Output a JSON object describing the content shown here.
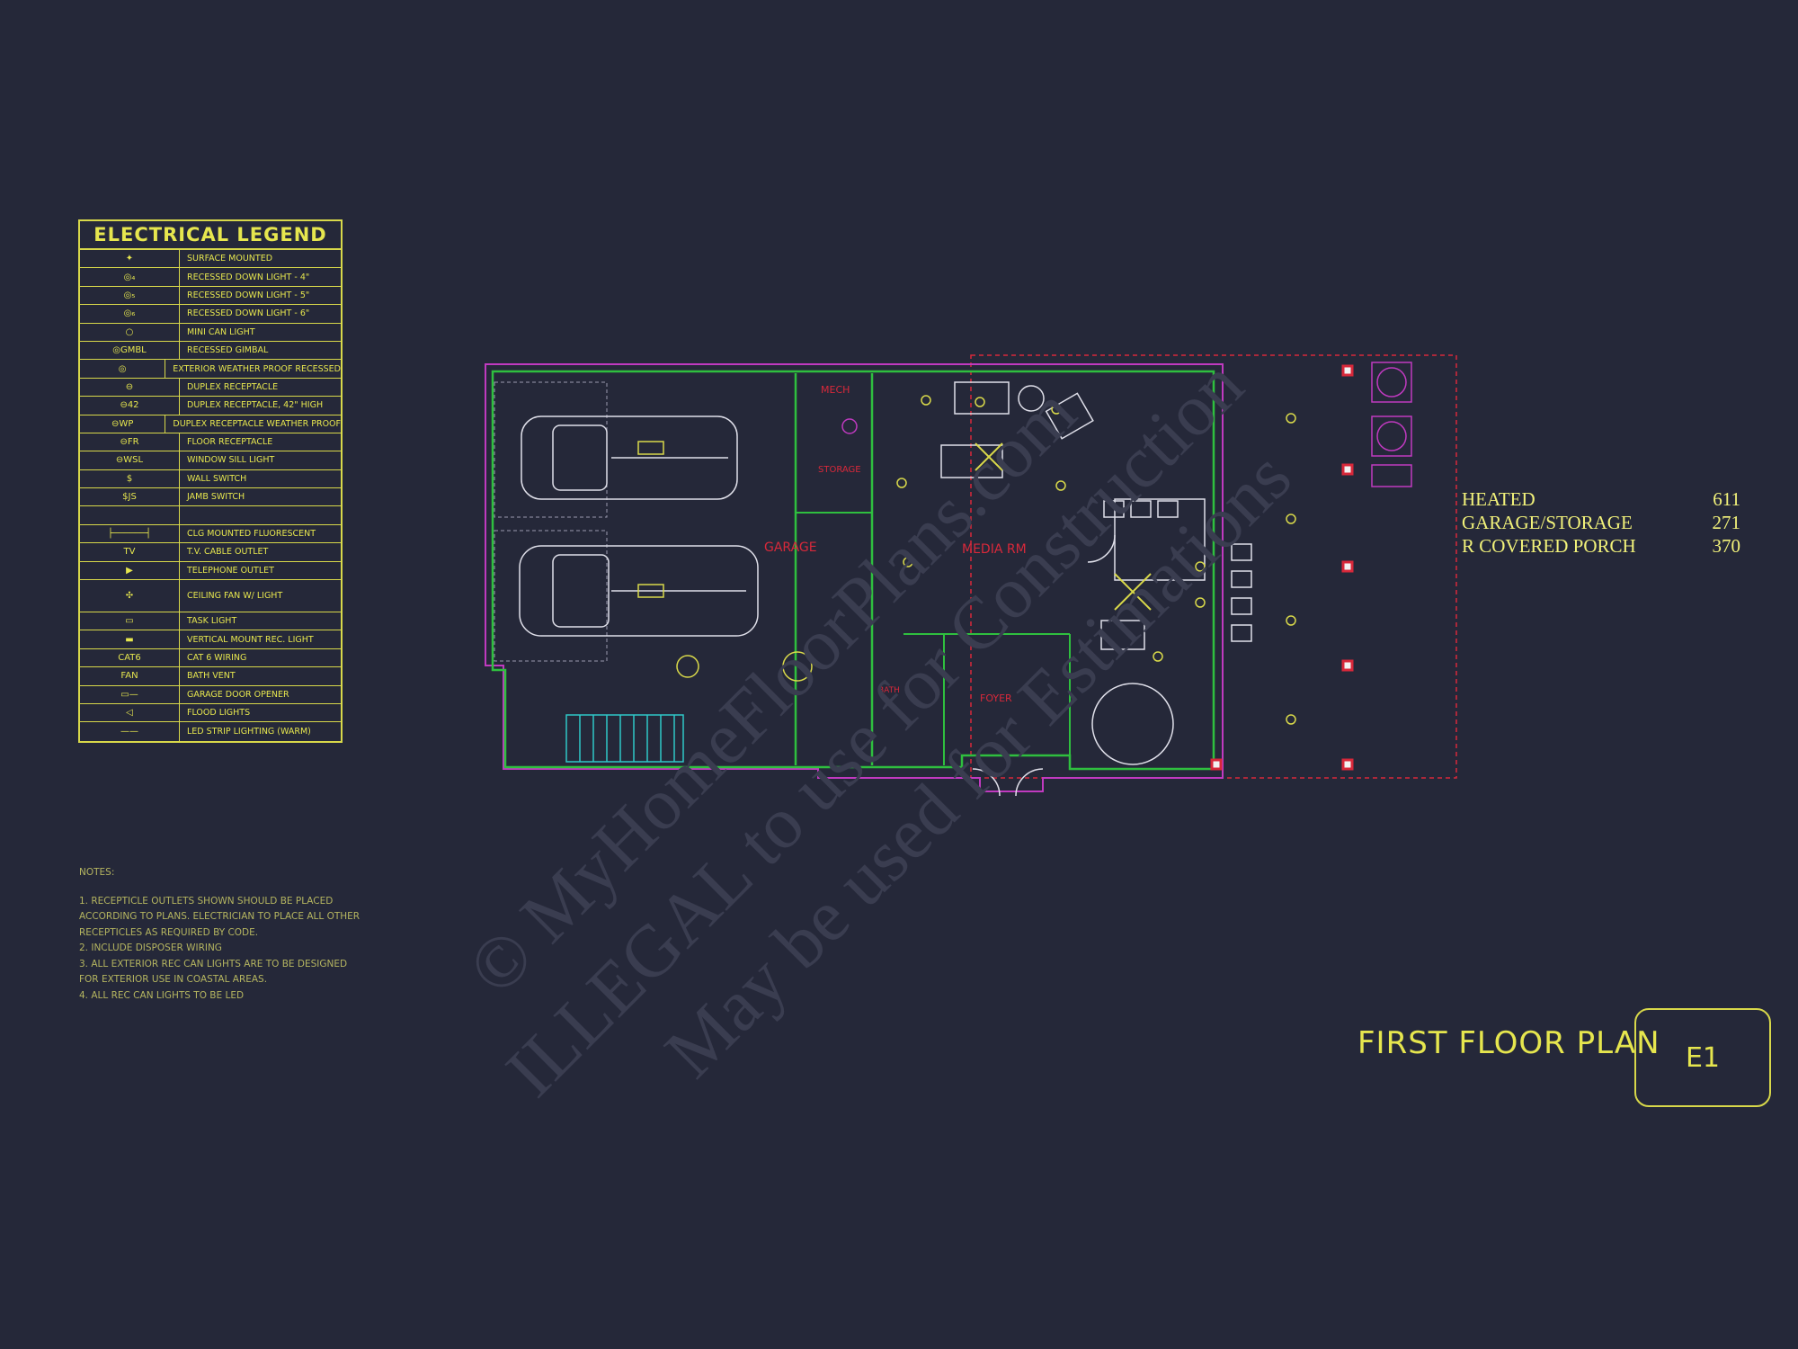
{
  "legend": {
    "title": "ELECTRICAL LEGEND",
    "rows": [
      {
        "symbol": "✦",
        "label": "SURFACE MOUNTED"
      },
      {
        "symbol": "◎₄",
        "label": "RECESSED DOWN LIGHT - 4\""
      },
      {
        "symbol": "◎₅",
        "label": "RECESSED DOWN LIGHT - 5\""
      },
      {
        "symbol": "◎₆",
        "label": "RECESSED DOWN LIGHT - 6\""
      },
      {
        "symbol": "○",
        "label": "MINI CAN LIGHT"
      },
      {
        "symbol": "◎GMBL",
        "label": "RECESSED GIMBAL"
      },
      {
        "symbol": "◎",
        "label": "EXTERIOR WEATHER PROOF RECESSED"
      },
      {
        "symbol": "⊖",
        "label": "DUPLEX RECEPTACLE"
      },
      {
        "symbol": "⊖42",
        "label": "DUPLEX RECEPTACLE, 42\" HIGH"
      },
      {
        "symbol": "⊖WP",
        "label": "DUPLEX RECEPTACLE WEATHER PROOF"
      },
      {
        "symbol": "⊖FR",
        "label": "FLOOR RECEPTACLE"
      },
      {
        "symbol": "⊖WSL",
        "label": "WINDOW SILL LIGHT"
      },
      {
        "symbol": "$",
        "label": "WALL SWITCH"
      },
      {
        "symbol": "$JS",
        "label": "JAMB SWITCH"
      },
      {
        "symbol": "",
        "label": ""
      },
      {
        "symbol": "├──────┤",
        "label": "CLG MOUNTED FLUORESCENT"
      },
      {
        "symbol": "TV",
        "label": "T.V. CABLE OUTLET"
      },
      {
        "symbol": "▶",
        "label": "TELEPHONE OUTLET"
      },
      {
        "symbol": "✣",
        "label": "CEILING FAN W/ LIGHT"
      },
      {
        "symbol": "▭",
        "label": "TASK LIGHT"
      },
      {
        "symbol": "▬",
        "label": "VERTICAL MOUNT REC. LIGHT"
      },
      {
        "symbol": "CAT6",
        "label": "CAT 6 WIRING"
      },
      {
        "symbol": "FAN",
        "label": "BATH VENT"
      },
      {
        "symbol": "▭—",
        "label": "GARAGE DOOR OPENER"
      },
      {
        "symbol": "◁",
        "label": "FLOOD LIGHTS"
      },
      {
        "symbol": "——",
        "label": "LED STRIP LIGHTING (WARM)"
      }
    ]
  },
  "notes": {
    "heading": "NOTES:",
    "items": [
      "1. RECEPTICLE OUTLETS SHOWN SHOULD BE PLACED\nACCORDING TO PLANS.  ELECTRICIAN TO PLACE ALL OTHER\nRECEPTICLES AS REQUIRED BY CODE.",
      "2.  INCLUDE DISPOSER WIRING",
      "3.  ALL EXTERIOR REC CAN LIGHTS ARE TO BE DESIGNED\nFOR EXTERIOR USE IN COASTAL AREAS.",
      "4.  ALL REC CAN LIGHTS TO BE LED"
    ]
  },
  "areas": [
    {
      "label": "HEATED",
      "value": "611"
    },
    {
      "label": "GARAGE/STORAGE",
      "value": "271"
    },
    {
      "label": "R COVERED PORCH",
      "value": "370"
    }
  ],
  "plan": {
    "title": "FIRST FLOOR PLAN",
    "sheet": "E1",
    "rooms": {
      "garage": "GARAGE",
      "media": "MEDIA RM",
      "mech": "MECH",
      "storage": "STORAGE",
      "foyer": "FOYER",
      "bath": "BATH"
    }
  },
  "watermark": {
    "line1": "© MyHomeFloorPlans.com",
    "line2": "ILLEGAL to use for Construction",
    "line3": "May be used for Estimations"
  },
  "colors": {
    "background": "#252839",
    "legend": "#e6e64e",
    "walls": "#2fbf3f",
    "electric": "#d9d94a",
    "annotation": "#d8283a",
    "fixtures": "#e0e0ea",
    "stairs": "#2fc8c8",
    "porch": "#c03ac0"
  }
}
